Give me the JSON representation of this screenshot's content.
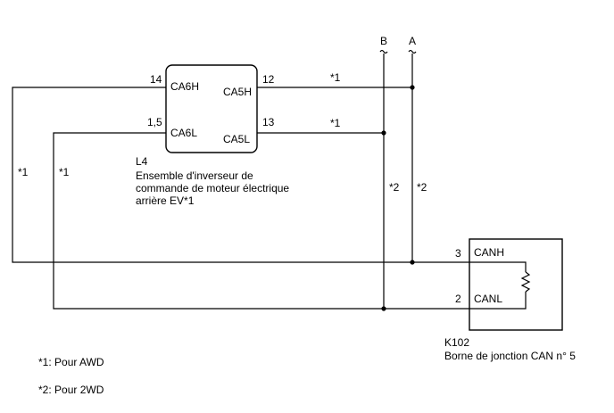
{
  "bus": {
    "a_label": "A",
    "b_label": "B",
    "a_note": "*2",
    "b_note": "*2"
  },
  "l4": {
    "code": "L4",
    "pin_ca6h": "CA6H",
    "pin_ca6l": "CA6L",
    "pin_ca5h": "CA5H",
    "pin_ca5l": "CA5L",
    "num_ca6h": "14",
    "num_ca6l": "1,5",
    "num_ca5h": "12",
    "num_ca5l": "13",
    "desc_line1": "Ensemble d'inverseur de",
    "desc_line2": "commande de moteur électrique",
    "desc_line3": "arrière EV*1"
  },
  "k102": {
    "code": "K102",
    "desc": "Borne de jonction CAN n° 5",
    "pin_canh": "CANH",
    "pin_canl": "CANL",
    "num_canh": "3",
    "num_canl": "2"
  },
  "wire_notes": {
    "ca5h": "*1",
    "ca5l": "*1",
    "left_outer": "*1",
    "left_inner": "*1"
  },
  "legend": {
    "note1": "*1: Pour AWD",
    "note2": "*2: Pour 2WD"
  }
}
